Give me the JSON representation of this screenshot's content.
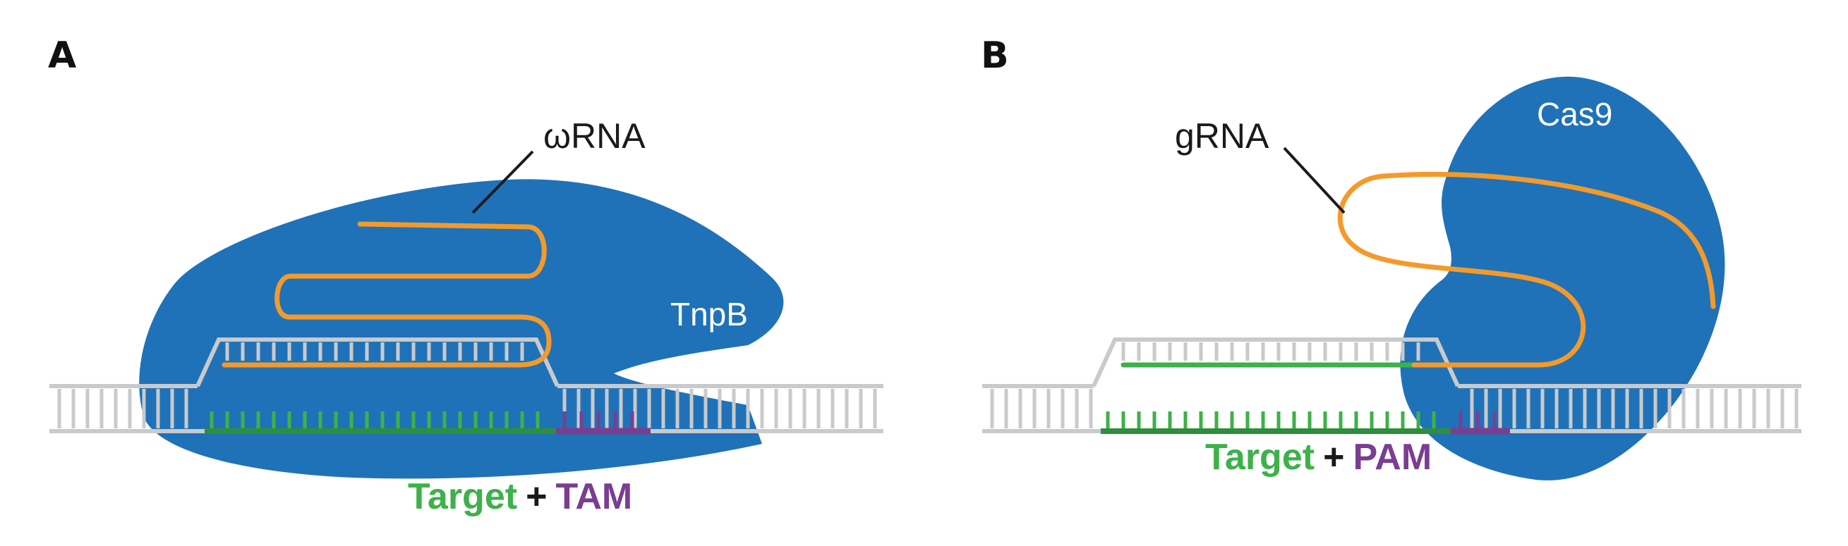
{
  "colors": {
    "protein": "#1f72b8",
    "rna": "#f39a2b",
    "dna": "#c9cacb",
    "target": "#3db14a",
    "target_dark": "#2e8f3a",
    "motif": "#7a3e91",
    "text": "#1a1a1a"
  },
  "panel_a": {
    "letter": "A",
    "rna_label": "ωRNA",
    "protein_label": "TnpB",
    "target_label": "Target",
    "plus": "+",
    "motif_label": "TAM"
  },
  "panel_b": {
    "letter": "B",
    "rna_label": "gRNA",
    "protein_label": "Cas9",
    "target_label": "Target",
    "plus": "+",
    "motif_label": "PAM"
  }
}
